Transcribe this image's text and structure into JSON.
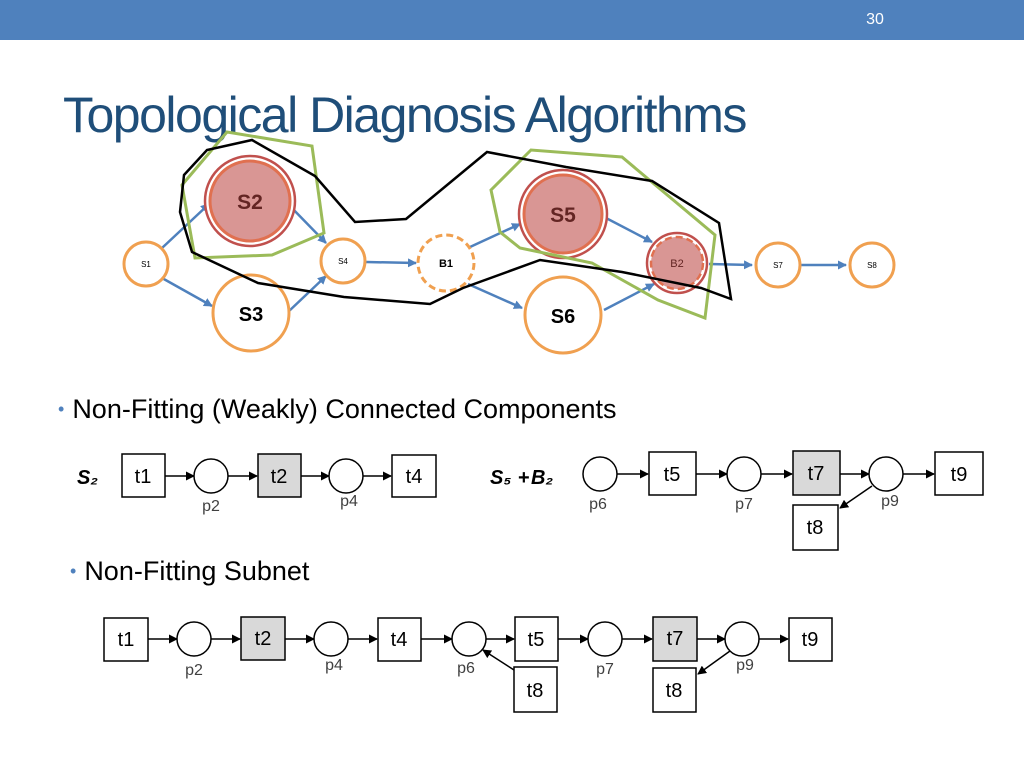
{
  "slide_number": "30",
  "title": "Topological Diagnosis Algorithms",
  "colors": {
    "header_bar": "#4f81bd",
    "title": "#1f4e79",
    "bullet": "#4f81bd",
    "node_border": "#f0a050",
    "faulty_fill": "#d99694",
    "faulty_ring": "#c0504d",
    "arrow": "#4f81bd",
    "green_boundary": "#9bbb59",
    "black_boundary": "#000000",
    "gray_transition": "#d9d9d9"
  },
  "graph": {
    "nodes": [
      {
        "id": "s1",
        "label": "S1",
        "state": "normal"
      },
      {
        "id": "s2",
        "label": "S2",
        "state": "faulty"
      },
      {
        "id": "s3",
        "label": "S3",
        "state": "normal"
      },
      {
        "id": "s4",
        "label": "S4",
        "state": "normal"
      },
      {
        "id": "b1",
        "label": "B1",
        "state": "dashed"
      },
      {
        "id": "s5",
        "label": "S5",
        "state": "faulty"
      },
      {
        "id": "s6",
        "label": "S6",
        "state": "normal"
      },
      {
        "id": "b2",
        "label": "B2",
        "state": "faulty-dashed"
      },
      {
        "id": "s7",
        "label": "S7",
        "state": "normal"
      },
      {
        "id": "s8",
        "label": "S8",
        "state": "normal"
      }
    ],
    "edges": [
      [
        "s1",
        "s2"
      ],
      [
        "s1",
        "s3"
      ],
      [
        "s2",
        "s4"
      ],
      [
        "s3",
        "s4"
      ],
      [
        "s4",
        "b1"
      ],
      [
        "b1",
        "s5"
      ],
      [
        "b1",
        "s6"
      ],
      [
        "s5",
        "b2"
      ],
      [
        "s6",
        "b2"
      ],
      [
        "b2",
        "s7"
      ],
      [
        "s7",
        "s8"
      ]
    ]
  },
  "bullets": {
    "components": "Non-Fitting (Weakly) Connected Components",
    "subnet": "Non-Fitting Subnet"
  },
  "component_labels": {
    "s2": "S₂",
    "s5_b2_main": "S₅",
    "s5_b2_plus": "+",
    "s5_b2_b": "B₂"
  },
  "petri_s2": {
    "transitions": [
      "t1",
      "t2",
      "t4"
    ],
    "places": [
      "p2",
      "p4"
    ]
  },
  "petri_s5b2": {
    "transitions": [
      "t5",
      "t7",
      "t9",
      "t8"
    ],
    "places": [
      "p6",
      "p7",
      "p9"
    ]
  },
  "petri_subnet": {
    "transitions": [
      "t1",
      "t2",
      "t4",
      "t5",
      "t7",
      "t9",
      "t8",
      "t8"
    ],
    "places": [
      "p2",
      "p4",
      "p6",
      "p7",
      "p9"
    ]
  }
}
